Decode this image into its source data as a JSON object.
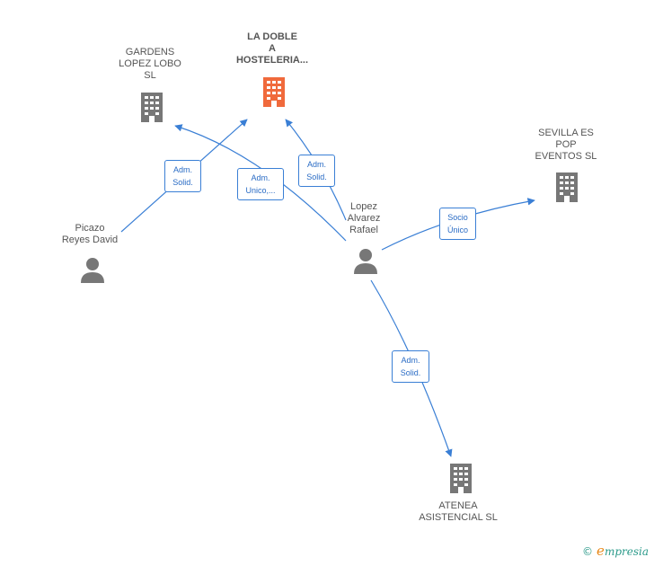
{
  "nodes": {
    "main": {
      "label": "LA DOBLE\nA\nHOSTELERIA...",
      "kind": "company",
      "color": "#f06a3c"
    },
    "gardens": {
      "label": "GARDENS\nLOPEZ LOBO\nSL",
      "kind": "company",
      "color": "#777777"
    },
    "sevilla": {
      "label": "SEVILLA ES\nPOP\nEVENTOS  SL",
      "kind": "company",
      "color": "#777777"
    },
    "atenea": {
      "label": "ATENEA\nASISTENCIAL SL",
      "kind": "company",
      "color": "#777777"
    },
    "picazo": {
      "label": "Picazo\nReyes David",
      "kind": "person",
      "color": "#777777"
    },
    "lopez": {
      "label": "Lopez\nAlvarez\nRafael",
      "kind": "person",
      "color": "#777777"
    }
  },
  "edges": {
    "picazo_main": {
      "label": "Adm.\nSolid."
    },
    "lopez_gardens": {
      "label": "Adm.\nUnico,..."
    },
    "lopez_main": {
      "label": "Adm.\nSolid."
    },
    "lopez_sevilla": {
      "label": "Socio\nÚnico"
    },
    "lopez_atenea": {
      "label": "Adm.\nSolid."
    }
  },
  "footer": {
    "copyright": "©",
    "brand_initial": "e",
    "brand_rest": "mpresia"
  },
  "colors": {
    "edge": "#3a7fd5",
    "accent": "#f06a3c",
    "icon": "#777777"
  }
}
